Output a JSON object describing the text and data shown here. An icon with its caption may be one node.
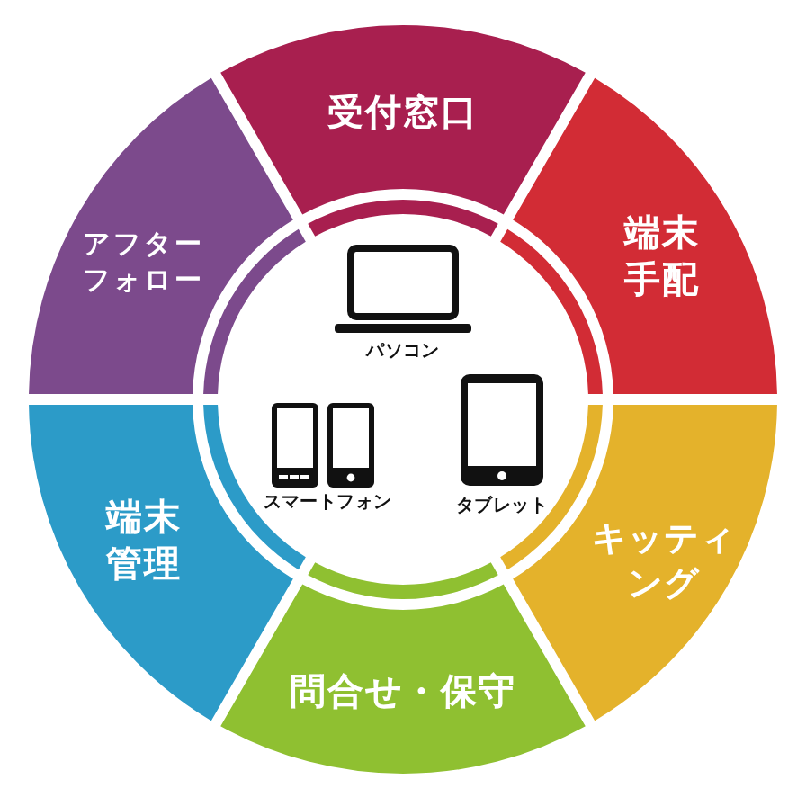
{
  "diagram": {
    "nodes": [
      {
        "text": [
          "受付窓口"
        ]
      },
      {
        "text": [
          "端末手配"
        ]
      },
      {
        "text": [
          "キッティング"
        ]
      },
      {
        "text": [
          "問合せ・保守"
        ]
      },
      {
        "text": [
          "端末管理"
        ]
      },
      {
        "text": [
          "アフターフォロー"
        ]
      },
      {
        "text": [
          "パソコン",
          "スマートフォン",
          "タブレット"
        ]
      }
    ]
  }
}
